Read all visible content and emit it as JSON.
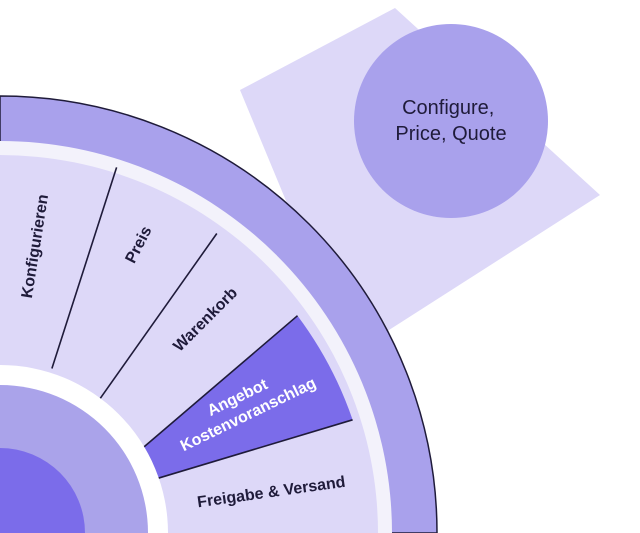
{
  "hub": {
    "line1": "Configure,",
    "line2": "Price, Quote"
  },
  "segments": [
    {
      "label": "Konfigurieren",
      "highlighted": false
    },
    {
      "label": "Preis",
      "highlighted": false
    },
    {
      "label": "Warenkorb",
      "highlighted": false
    },
    {
      "label_line1": "Angebot",
      "label_line2": "Kostenvoranschlag",
      "highlighted": true
    },
    {
      "label": "Freigabe & Versand",
      "highlighted": false
    }
  ],
  "colors": {
    "background": "#ffffff",
    "beam": "#ddd8f8",
    "outer_ring": "#a9a1ec",
    "outer_stroke": "#1f1b3a",
    "inner_band": "#f3f2fb",
    "segment_fill": "#ddd8f8",
    "segment_highlight": "#7b6cea",
    "divider": "#1f1b3a",
    "inner_ring": "#aaa3ea",
    "core": "#7b6cea",
    "hub_fill": "#a9a1ec",
    "text_dark": "#1f1b3a",
    "text_light": "#ffffff"
  }
}
